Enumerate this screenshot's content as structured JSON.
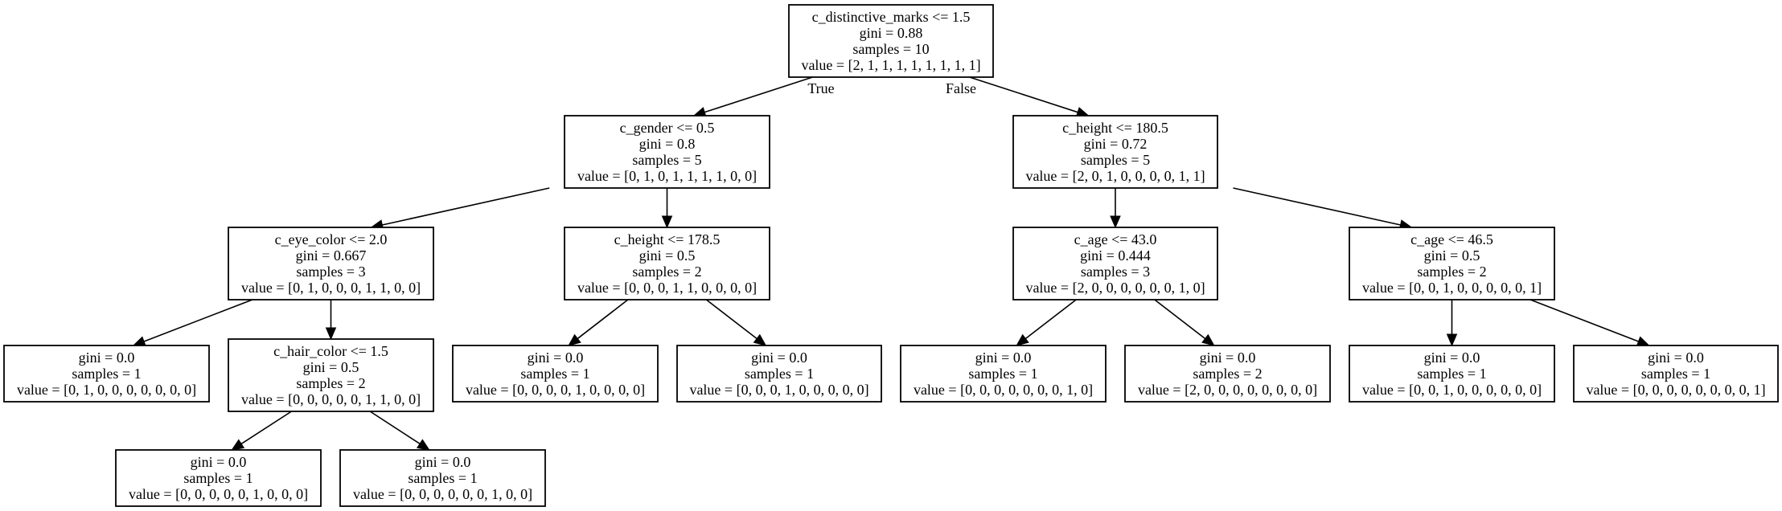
{
  "tree": {
    "nodes": [
      {
        "id": "n0",
        "lines": [
          "c_distinctive_marks <= 1.5",
          "gini = 0.88",
          "samples = 10",
          "value = [2, 1, 1, 1, 1, 1, 1, 1, 1]"
        ]
      },
      {
        "id": "n1",
        "lines": [
          "c_gender <= 0.5",
          "gini = 0.8",
          "samples = 5",
          "value = [0, 1, 0, 1, 1, 1, 1, 0, 0]"
        ]
      },
      {
        "id": "n2",
        "lines": [
          "c_height <= 180.5",
          "gini = 0.72",
          "samples = 5",
          "value = [2, 0, 1, 0, 0, 0, 0, 1, 1]"
        ]
      },
      {
        "id": "n3",
        "lines": [
          "c_eye_color <= 2.0",
          "gini = 0.667",
          "samples = 3",
          "value = [0, 1, 0, 0, 0, 1, 1, 0, 0]"
        ]
      },
      {
        "id": "n4",
        "lines": [
          "c_height <= 178.5",
          "gini = 0.5",
          "samples = 2",
          "value = [0, 0, 0, 1, 1, 0, 0, 0, 0]"
        ]
      },
      {
        "id": "n5",
        "lines": [
          "c_age <= 43.0",
          "gini = 0.444",
          "samples = 3",
          "value = [2, 0, 0, 0, 0, 0, 0, 1, 0]"
        ]
      },
      {
        "id": "n6",
        "lines": [
          "c_age <= 46.5",
          "gini = 0.5",
          "samples = 2",
          "value = [0, 0, 1, 0, 0, 0, 0, 0, 1]"
        ]
      },
      {
        "id": "n7",
        "lines": [
          "gini = 0.0",
          "samples = 1",
          "value = [0, 1, 0, 0, 0, 0, 0, 0, 0]"
        ]
      },
      {
        "id": "n8",
        "lines": [
          "c_hair_color <= 1.5",
          "gini = 0.5",
          "samples = 2",
          "value = [0, 0, 0, 0, 0, 1, 1, 0, 0]"
        ]
      },
      {
        "id": "n9",
        "lines": [
          "gini = 0.0",
          "samples = 1",
          "value = [0, 0, 0, 0, 1, 0, 0, 0, 0]"
        ]
      },
      {
        "id": "n10",
        "lines": [
          "gini = 0.0",
          "samples = 1",
          "value = [0, 0, 0, 1, 0, 0, 0, 0, 0]"
        ]
      },
      {
        "id": "n11",
        "lines": [
          "gini = 0.0",
          "samples = 1",
          "value = [0, 0, 0, 0, 0, 0, 0, 1, 0]"
        ]
      },
      {
        "id": "n12",
        "lines": [
          "gini = 0.0",
          "samples = 2",
          "value = [2, 0, 0, 0, 0, 0, 0, 0, 0]"
        ]
      },
      {
        "id": "n13",
        "lines": [
          "gini = 0.0",
          "samples = 1",
          "value = [0, 0, 1, 0, 0, 0, 0, 0, 0]"
        ]
      },
      {
        "id": "n14",
        "lines": [
          "gini = 0.0",
          "samples = 1",
          "value = [0, 0, 0, 0, 0, 0, 0, 0, 1]"
        ]
      },
      {
        "id": "n15",
        "lines": [
          "gini = 0.0",
          "samples = 1",
          "value = [0, 0, 0, 0, 0, 1, 0, 0, 0]"
        ]
      },
      {
        "id": "n16",
        "lines": [
          "gini = 0.0",
          "samples = 1",
          "value = [0, 0, 0, 0, 0, 0, 1, 0, 0]"
        ]
      }
    ],
    "edges": [
      {
        "from": "n0",
        "to": "n1",
        "label": "True"
      },
      {
        "from": "n0",
        "to": "n2",
        "label": "False"
      },
      {
        "from": "n1",
        "to": "n3",
        "label": ""
      },
      {
        "from": "n1",
        "to": "n4",
        "label": ""
      },
      {
        "from": "n2",
        "to": "n5",
        "label": ""
      },
      {
        "from": "n2",
        "to": "n6",
        "label": ""
      },
      {
        "from": "n3",
        "to": "n7",
        "label": ""
      },
      {
        "from": "n3",
        "to": "n8",
        "label": ""
      },
      {
        "from": "n4",
        "to": "n9",
        "label": ""
      },
      {
        "from": "n4",
        "to": "n10",
        "label": ""
      },
      {
        "from": "n5",
        "to": "n11",
        "label": ""
      },
      {
        "from": "n5",
        "to": "n12",
        "label": ""
      },
      {
        "from": "n6",
        "to": "n13",
        "label": ""
      },
      {
        "from": "n6",
        "to": "n14",
        "label": ""
      },
      {
        "from": "n8",
        "to": "n15",
        "label": ""
      },
      {
        "from": "n8",
        "to": "n16",
        "label": ""
      }
    ]
  }
}
